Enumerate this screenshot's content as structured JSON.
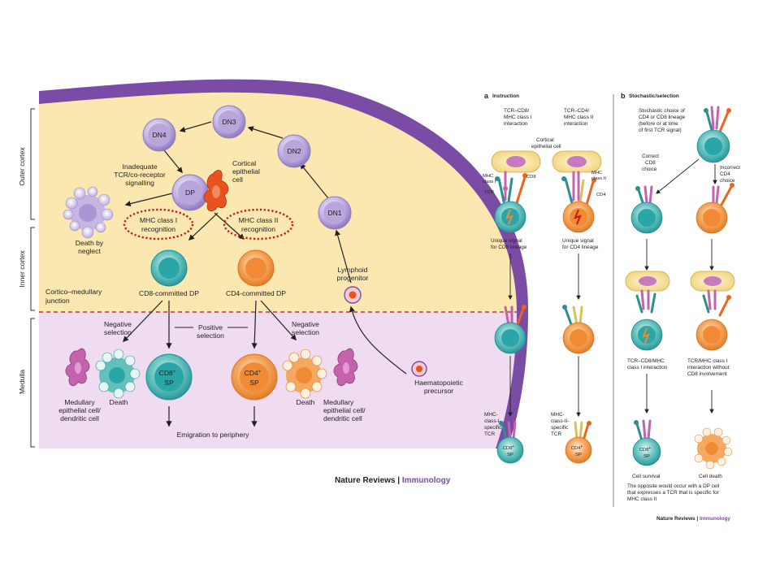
{
  "left_figure": {
    "zones": {
      "outer_cortex": "Outer cortex",
      "inner_cortex": "Inner cortex",
      "medulla": "Medulla"
    },
    "cells": {
      "dn1": "DN1",
      "dn2": "DN2",
      "dn3": "DN3",
      "dn4": "DN4",
      "dp": "DP",
      "cd8_sp_top": "CD8",
      "cd8_sp_sup": "+",
      "cd8_sp_bottom": "SP",
      "cd4_sp_top": "CD4",
      "cd4_sp_sup": "+",
      "cd4_sp_bottom": "SP"
    },
    "labels": {
      "inadequate_1": "Inadequate",
      "inadequate_2": "TCR/co-receptor",
      "inadequate_3": "signalling",
      "cortical_1": "Cortical",
      "cortical_2": "epithelial",
      "cortical_3": "cell",
      "death_neglect_1": "Death by",
      "death_neglect_2": "neglect",
      "mhc1_1": "MHC class I",
      "mhc1_2": "recognition",
      "mhc2_1": "MHC class II",
      "mhc2_2": "recognition",
      "lymphoid_1": "Lymphoid",
      "lymphoid_2": "progenitor",
      "junction_1": "Cortico–medullary",
      "junction_2": "junction",
      "cd8_committed": "CD8-committed DP",
      "cd4_committed": "CD4-committed DP",
      "neg_sel_left_1": "Negative",
      "neg_sel_left_2": "selection",
      "pos_sel_1": "Positive",
      "pos_sel_2": "selection",
      "neg_sel_right_1": "Negative",
      "neg_sel_right_2": "selection",
      "death_left": "Death",
      "death_right": "Death",
      "medullary_left_1": "Medullary",
      "medullary_left_2": "epithelial cell/",
      "medullary_left_3": "dendritic cell",
      "medullary_right_1": "Medullary",
      "medullary_right_2": "epithelial cell/",
      "medullary_right_3": "dendritic cell",
      "haemato_1": "Haematopoietic",
      "haemato_2": "precursor",
      "emigration": "Emigration to periphery"
    },
    "credit_a": "Nature Reviews",
    "credit_sep": " | ",
    "credit_b": "Immunology"
  },
  "right_figure": {
    "panel_a": {
      "letter": "a",
      "title": "Instruction",
      "col1_1": "TCR–CD8/",
      "col1_2": "MHC class I",
      "col1_3": "interaction",
      "col2_1": "TCR–CD4/",
      "col2_2": "MHC class II",
      "col2_3": "interaction",
      "cortical_1": "Cortical",
      "cortical_2": "epithelial cell",
      "mhc1_1": "MHC",
      "mhc1_2": "class I",
      "tcr": "TCR",
      "cd8": "CD8",
      "mhc2_1": "MHC",
      "mhc2_2": "class II",
      "cd4": "CD4",
      "unique1_1": "Unique signal",
      "unique1_2": "for CD8 lineage",
      "unique2_1": "Unique signal",
      "unique2_2": "for CD4 lineage",
      "spec1_1": "MHC-",
      "spec1_2": "class-I-",
      "spec1_3": "specific",
      "spec1_4": "TCR",
      "spec2_1": "MHC-",
      "spec2_2": "class-II-",
      "spec2_3": "specific",
      "spec2_4": "TCR",
      "cd8sp_top": "CD8",
      "cd8sp_sup": "+",
      "cd8sp_bottom": "SP",
      "cd4sp_top": "CD4",
      "cd4sp_sup": "+",
      "cd4sp_bottom": "SP"
    },
    "panel_b": {
      "letter": "b",
      "title": "Stochastic/selection",
      "stoch_1": "Stochastic choice of",
      "stoch_2": "CD4 or CD8 lineage",
      "stoch_3": "(before or at time",
      "stoch_4": "of first TCR signal)",
      "correct_1": "Correct",
      "correct_2": "CD8",
      "correct_3": "choice",
      "incorrect_1": "Incorrect",
      "incorrect_2": "CD4",
      "incorrect_3": "choice",
      "tcr_cd8_1": "TCR–CD8/MHC",
      "tcr_cd8_2": "class I interaction",
      "tcr_mhc_1": "TCR/MHC class I",
      "tcr_mhc_2": "interaction without",
      "tcr_mhc_3": "CD8 involvement",
      "sp_top": "CD8",
      "sp_sup": "+",
      "sp_bottom": "SP",
      "survival": "Cell survival",
      "death": "Cell death",
      "footnote_1": "The opposite would occur with a DP cell",
      "footnote_2": "that expresses a TCR that is specific for",
      "footnote_3": "MHC class II"
    },
    "credit_a": "Nature Reviews",
    "credit_sep": " | ",
    "credit_b": "Immunology"
  },
  "colors": {
    "cortex": "#fbe8b0",
    "medulla": "#efdcf0",
    "capsule": "#7a4ca6",
    "lavender_cell": "#c6b7e4",
    "teal_cell": "#2aa5a8",
    "orange_cell": "#f08a34",
    "mhc_ring": "#c8141c",
    "brand_purple": "#7a4ca6"
  }
}
